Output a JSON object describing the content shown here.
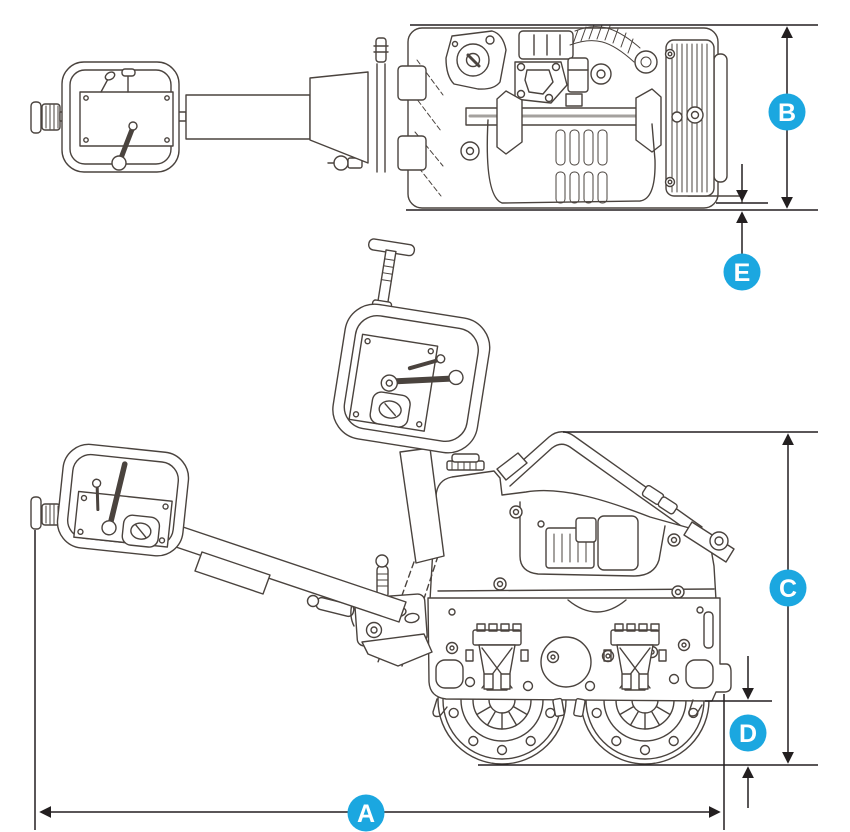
{
  "colors": {
    "background": "#ffffff",
    "accent": "#1BA7E0",
    "drawing_line": "#4A433E",
    "dimension_line": "#231F20",
    "label_text": "#ffffff"
  },
  "diagram": {
    "views": [
      {
        "name": "top-view"
      },
      {
        "name": "side-view"
      }
    ],
    "dimension_labels": [
      {
        "id": "A",
        "label": "A"
      },
      {
        "id": "B",
        "label": "B"
      },
      {
        "id": "C",
        "label": "C"
      },
      {
        "id": "D",
        "label": "D"
      },
      {
        "id": "E",
        "label": "E"
      }
    ]
  }
}
